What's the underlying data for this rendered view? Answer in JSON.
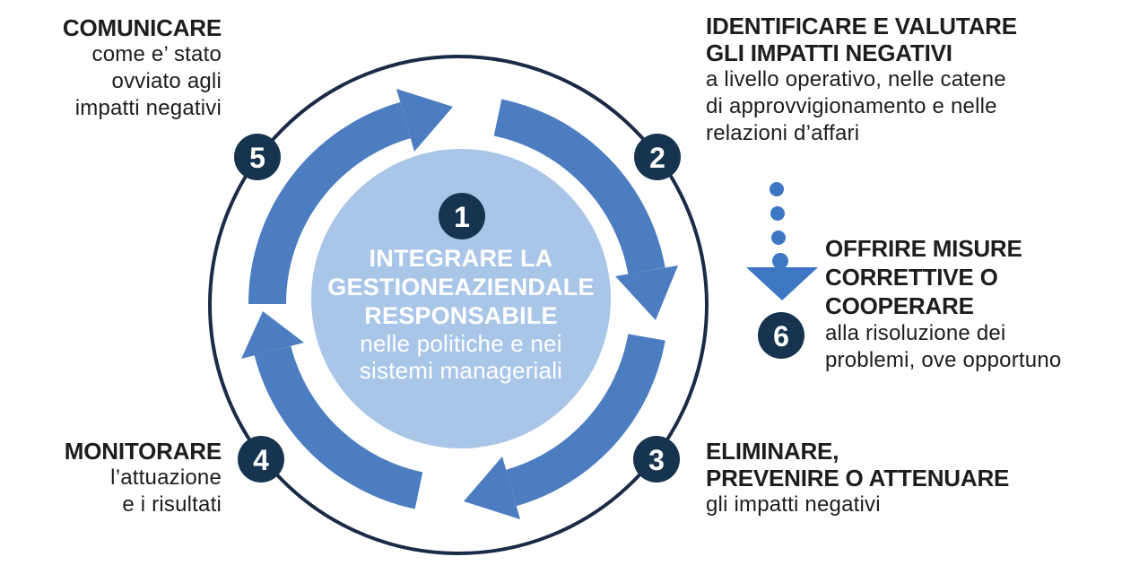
{
  "colors": {
    "arrow_blue": "#4c7dc0",
    "dotted_arrow_blue": "#3d77c4",
    "inner_circle_blue": "#a9c6e9",
    "badge_navy": "#16334f",
    "outer_ring_navy": "#1b2a47",
    "text": "#1d1d1d",
    "center_text": "#ffffff",
    "background": "#ffffff"
  },
  "center_step": {
    "number": "1",
    "heading_lines": [
      "INTEGRARE LA",
      "GESTIONEAZIENDALE",
      "RESPONSABILE"
    ],
    "body_lines": [
      "nelle politiche e nei",
      "sistemi manageriali"
    ]
  },
  "steps": {
    "s2": {
      "number": "2",
      "heading_lines": [
        "IDENTIFICARE E VALUTARE",
        "GLI IMPATTI NEGATIVI"
      ],
      "body_lines": [
        "a livello operativo, nelle catene",
        "di approvvigionamento e nelle",
        "relazioni d’affari"
      ]
    },
    "s3": {
      "number": "3",
      "heading_lines": [
        "ELIMINARE,",
        "PREVENIRE O ATTENUARE"
      ],
      "body_lines": [
        "gli impatti negativi"
      ]
    },
    "s4": {
      "number": "4",
      "heading_lines": [
        "MONITORARE"
      ],
      "body_lines": [
        "l’attuazione",
        "e i risultati"
      ]
    },
    "s5": {
      "number": "5",
      "heading_lines": [
        "COMUNICARE"
      ],
      "body_lines": [
        "come e’ stato",
        "ovviato agli",
        "impatti negativi"
      ]
    },
    "s6": {
      "number": "6",
      "heading_lines": [
        "OFFRIRE MISURE",
        "CORRETTIVE O",
        "COOPERARE"
      ],
      "body_lines": [
        "alla risoluzione dei",
        "problemi, ove opportuno"
      ]
    }
  }
}
